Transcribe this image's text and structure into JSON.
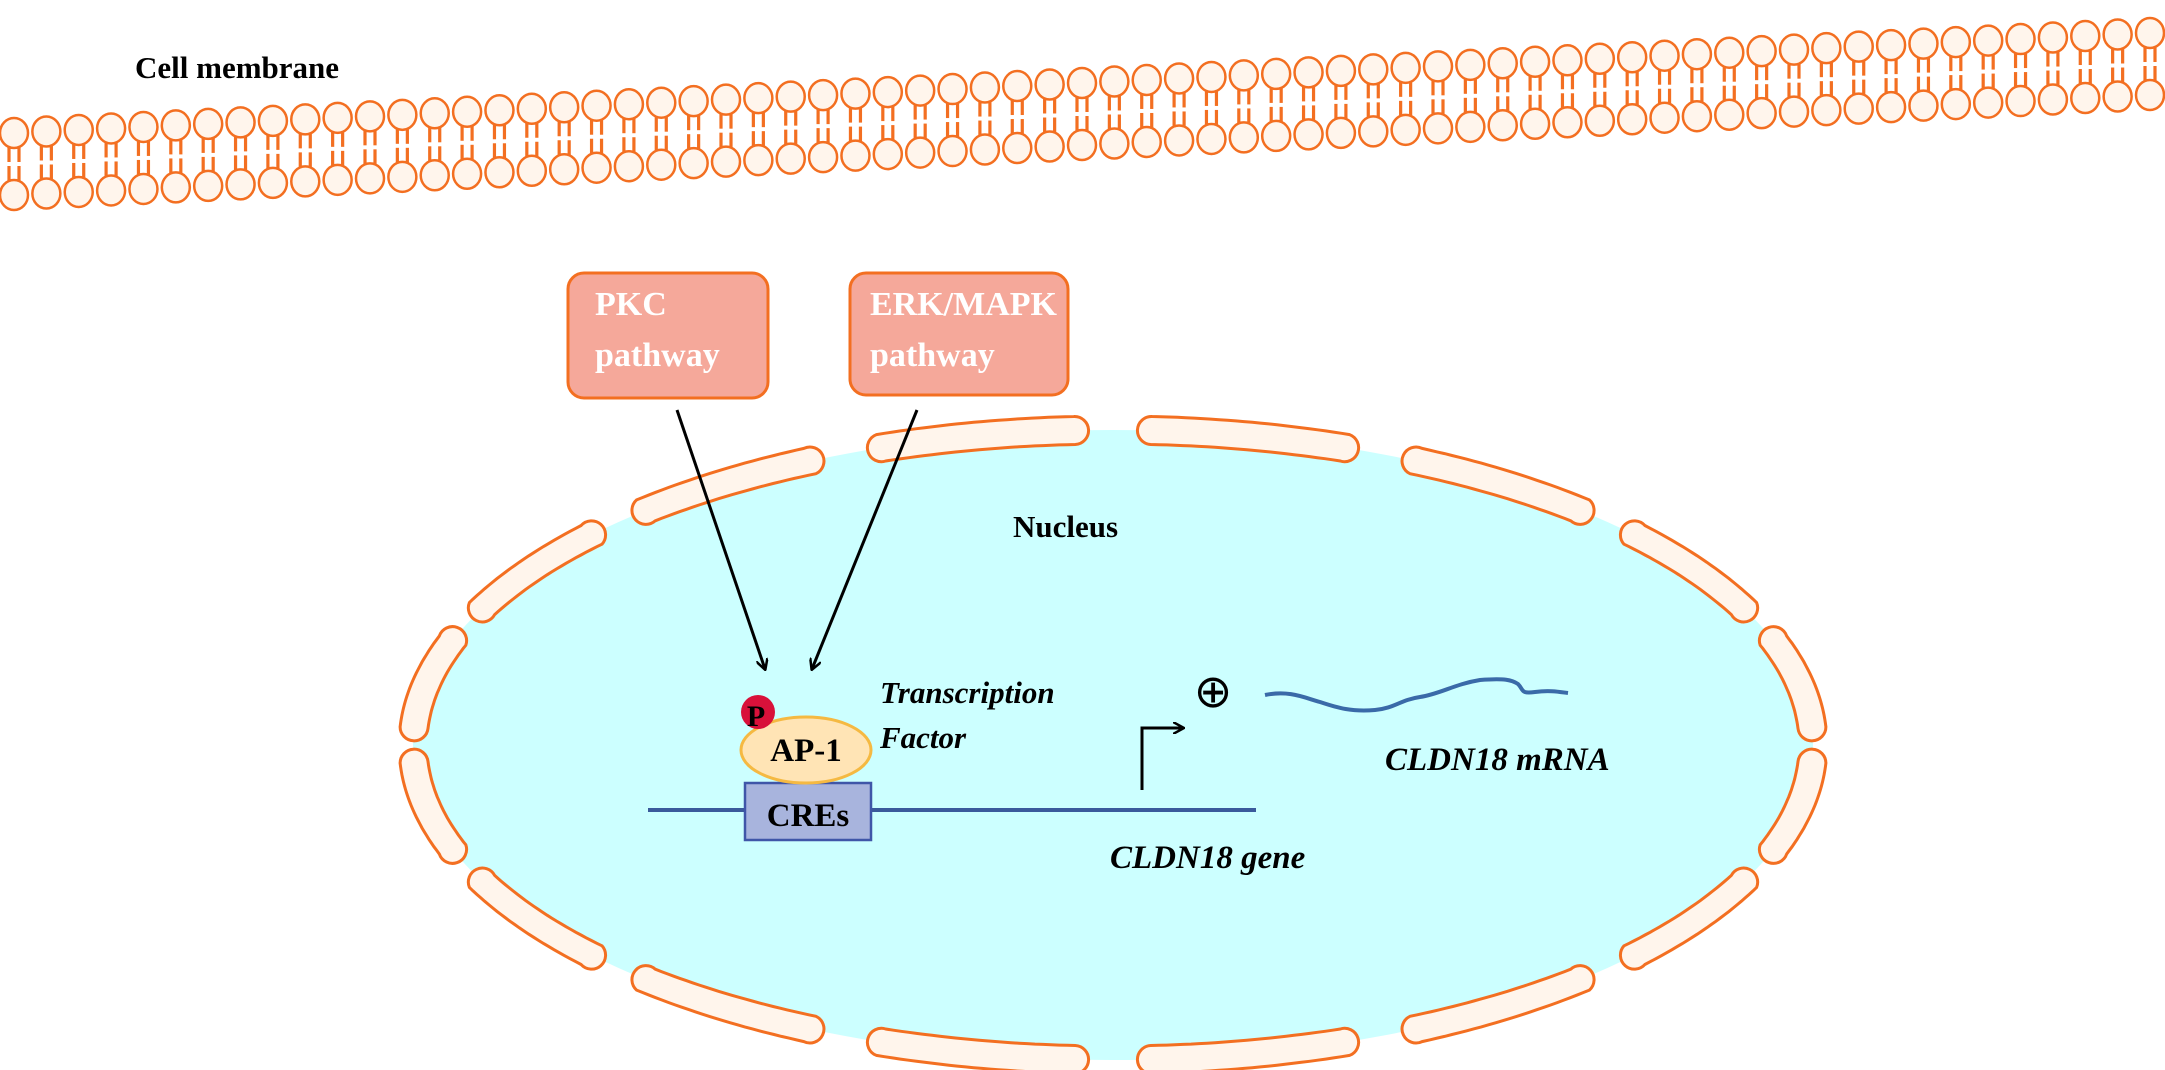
{
  "labels": {
    "cell_membrane": "Cell membrane",
    "nucleus": "Nucleus",
    "transcription_factor_line1": "Transcription",
    "transcription_factor_line2": "Factor",
    "ap1": "AP-1",
    "phospho": "P",
    "cres": "CREs",
    "gene": "CLDN18 gene",
    "mrna": "CLDN18 mRNA",
    "plus": "⊕"
  },
  "pathways": [
    {
      "line1": "PKC",
      "line2": "pathway"
    },
    {
      "line1": "ERK/MAPK",
      "line2": "pathway"
    }
  ],
  "colors": {
    "membrane_orange": "#F36F21",
    "head_fill": "#FFF5EC",
    "nucleus_fill": "#CCFFFF",
    "pathway_fill": "#F5A89A",
    "pathway_border": "#F36F21",
    "ap1_fill": "#FFE4B5",
    "ap1_border": "#F5B942",
    "phospho_fill": "#D8113A",
    "cres_fill": "#A8B4DD",
    "cres_border": "#3F56A8",
    "dna_line": "#3A5A9B",
    "mrna_line": "#3A6AA8",
    "arrow": "#000000"
  }
}
